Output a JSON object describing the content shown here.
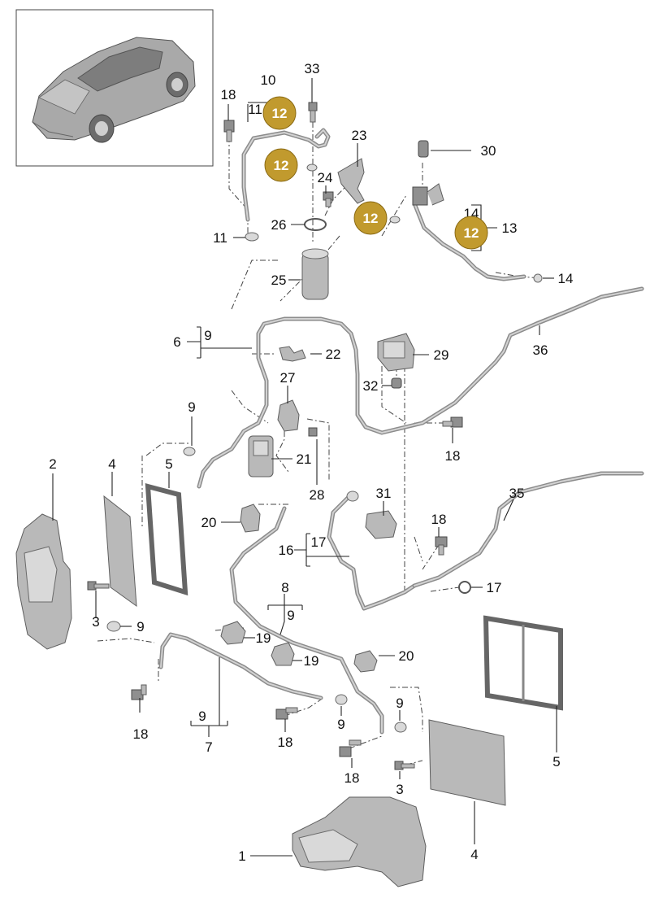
{
  "diagram": {
    "callouts": [
      {
        "id": "c33",
        "text": "33"
      },
      {
        "id": "c10",
        "text": "10"
      },
      {
        "id": "c18a",
        "text": "18"
      },
      {
        "id": "c11a",
        "text": "11"
      },
      {
        "id": "c23",
        "text": "23"
      },
      {
        "id": "c30",
        "text": "30"
      },
      {
        "id": "c24",
        "text": "24"
      },
      {
        "id": "c26",
        "text": "26"
      },
      {
        "id": "c11b",
        "text": "11"
      },
      {
        "id": "c14a",
        "text": "14"
      },
      {
        "id": "c13",
        "text": "13"
      },
      {
        "id": "c25",
        "text": "25"
      },
      {
        "id": "c14b",
        "text": "14"
      },
      {
        "id": "c6",
        "text": "6"
      },
      {
        "id": "c9a",
        "text": "9"
      },
      {
        "id": "c22",
        "text": "22"
      },
      {
        "id": "c29",
        "text": "29"
      },
      {
        "id": "c36",
        "text": "36"
      },
      {
        "id": "c27",
        "text": "27"
      },
      {
        "id": "c32",
        "text": "32"
      },
      {
        "id": "c9b",
        "text": "9"
      },
      {
        "id": "c18b",
        "text": "18"
      },
      {
        "id": "c2",
        "text": "2"
      },
      {
        "id": "c4a",
        "text": "4"
      },
      {
        "id": "c5a",
        "text": "5"
      },
      {
        "id": "c21",
        "text": "21"
      },
      {
        "id": "c28",
        "text": "28"
      },
      {
        "id": "c31",
        "text": "31"
      },
      {
        "id": "c35",
        "text": "35"
      },
      {
        "id": "c20a",
        "text": "20"
      },
      {
        "id": "c18c",
        "text": "18"
      },
      {
        "id": "c16",
        "text": "16"
      },
      {
        "id": "c17a",
        "text": "17"
      },
      {
        "id": "c17b",
        "text": "17"
      },
      {
        "id": "c8",
        "text": "8"
      },
      {
        "id": "c9c",
        "text": "9"
      },
      {
        "id": "c3a",
        "text": "3"
      },
      {
        "id": "c9d",
        "text": "9"
      },
      {
        "id": "c19a",
        "text": "19"
      },
      {
        "id": "c19b",
        "text": "19"
      },
      {
        "id": "c20b",
        "text": "20"
      },
      {
        "id": "c18d",
        "text": "18"
      },
      {
        "id": "c9e",
        "text": "9"
      },
      {
        "id": "c9f",
        "text": "9"
      },
      {
        "id": "c7",
        "text": "7"
      },
      {
        "id": "c18e",
        "text": "18"
      },
      {
        "id": "c9g",
        "text": "9"
      },
      {
        "id": "c18f",
        "text": "18"
      },
      {
        "id": "c3b",
        "text": "3"
      },
      {
        "id": "c5b",
        "text": "5"
      },
      {
        "id": "c1",
        "text": "1"
      },
      {
        "id": "c4b",
        "text": "4"
      }
    ],
    "badges": [
      {
        "id": "b1",
        "text": "12"
      },
      {
        "id": "b2",
        "text": "12"
      },
      {
        "id": "b3",
        "text": "12"
      },
      {
        "id": "b4",
        "text": "12"
      }
    ],
    "colors": {
      "badge_fill": "#c19a2e",
      "badge_text": "#ffffff",
      "part_gray": "#b9b9b9",
      "line": "#222222"
    }
  }
}
